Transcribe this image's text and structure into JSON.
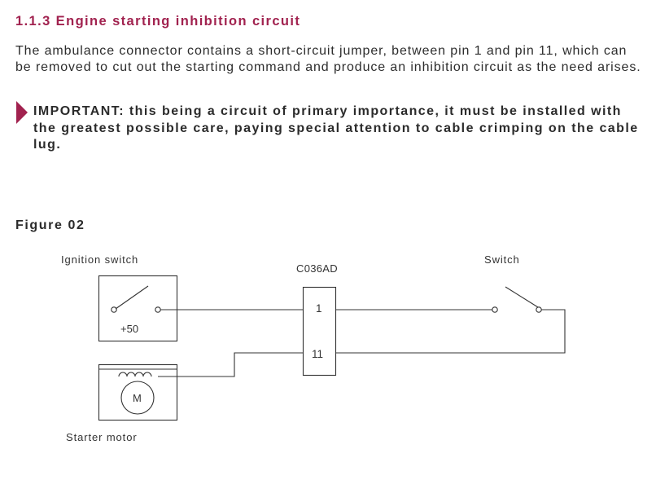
{
  "section": {
    "heading": "1.1.3 Engine starting inhibition circuit",
    "paragraph": "The ambulance connector contains a short-circuit jumper, between pin 1 and pin 11, which can be removed to cut out the starting command and produce an inhibition circuit as the need arises.",
    "important": "IMPORTANT: this being a circuit of primary importance, it must be installed with the greatest possible care, paying special attention to cable crimping on the cable lug."
  },
  "figure": {
    "title": "Figure 02",
    "ignition_switch_label": "Ignition switch",
    "ignition_terminal": "+50",
    "connector_label": "C036AD",
    "pin_1": "1",
    "pin_11": "11",
    "switch_label": "Switch",
    "motor_symbol": "M",
    "starter_motor_label": "Starter motor"
  },
  "colors": {
    "accent": "#a1224f",
    "text": "#2b2b2b",
    "line": "#333333"
  }
}
